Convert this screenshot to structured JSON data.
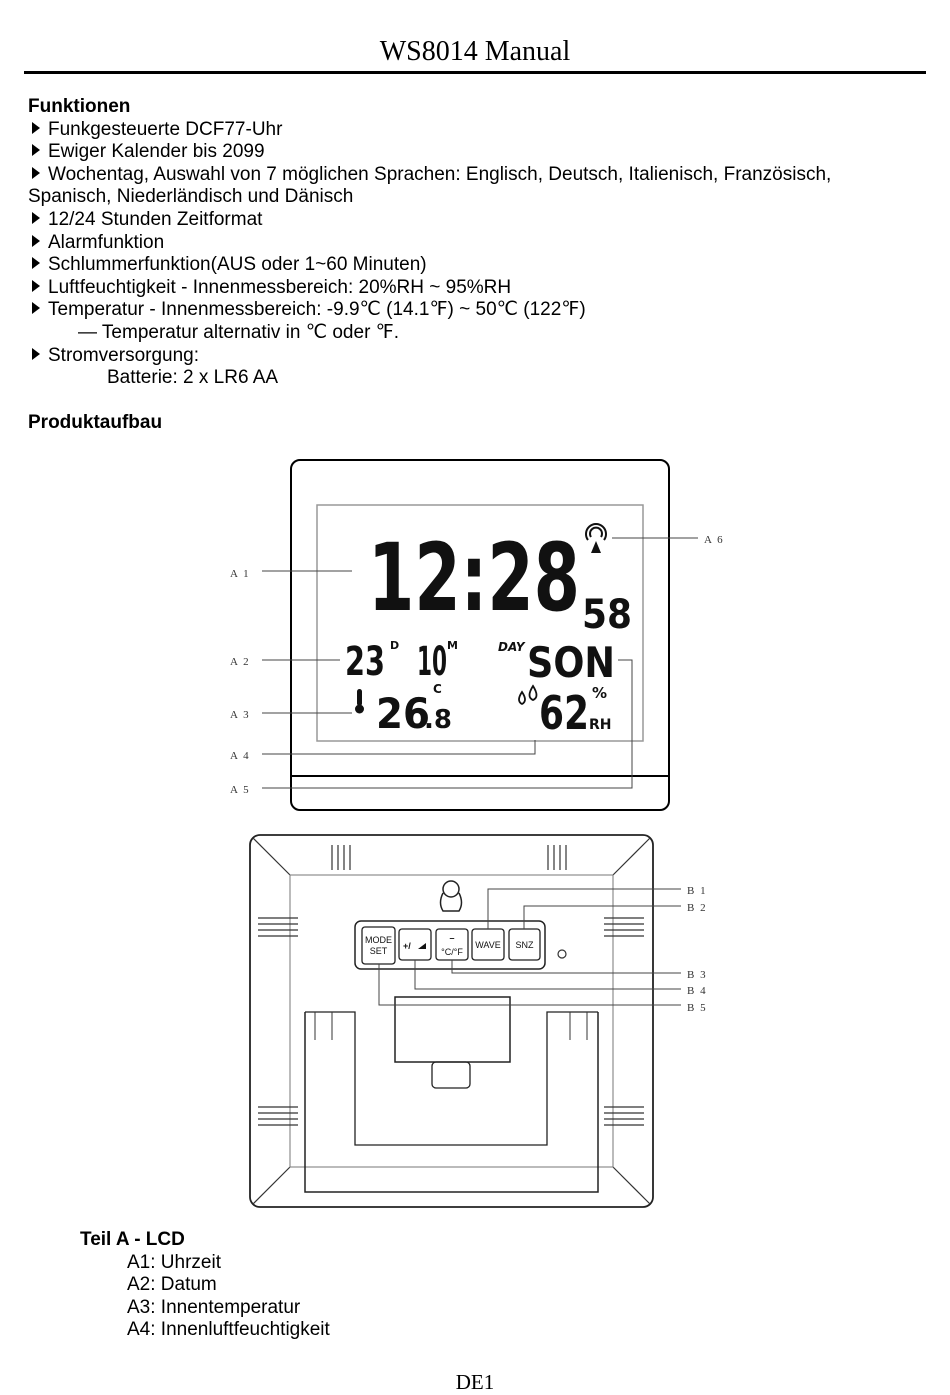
{
  "header": {
    "title": "WS8014 Manual"
  },
  "functions": {
    "heading": "Funktionen",
    "items": [
      "Funkgesteuerte DCF77-Uhr",
      "Ewiger Kalender bis 2099",
      "Wochentag, Auswahl von 7 möglichen Sprachen: Englisch, Deutsch, Italienisch, Französisch,",
      "12/24 Stunden Zeitformat",
      "Alarmfunktion",
      "Schlummerfunktion(AUS oder 1~60 Minuten)",
      "Luftfeuchtigkeit - Innenmessbereich: 20%RH ~ 95%RH",
      "Temperatur - Innenmessbereich: -9.9℃ (14.1℉) ~ 50℃ (122℉)",
      "Stromversorgung:"
    ],
    "languages_continued": "Spanisch, Niederländisch und Dänisch",
    "temp_note": "— Temperatur alternativ in ℃ oder ℉.",
    "battery": "Batterie: 2 x LR6 AA"
  },
  "product": {
    "heading": "Produktaufbau"
  },
  "display": {
    "time": "12:28",
    "seconds": "58",
    "day": "23",
    "day_unit": "D",
    "month": "10",
    "month_unit": "M",
    "weekday_label": "DAY",
    "weekday": "SON",
    "temperature_int": "26",
    "temperature_dec": ".8",
    "temperature_unit": "C",
    "humidity": "62",
    "humidity_unit": "%",
    "humidity_rh": "RH"
  },
  "callouts_a": [
    "A 1",
    "A 2",
    "A 3",
    "A 4",
    "A 5",
    "A 6"
  ],
  "callouts_b": [
    "B 1",
    "B 2",
    "B 3",
    "B 4",
    "B 5"
  ],
  "buttons": {
    "mode_line1": "MODE",
    "mode_line2": "SET",
    "plus": "+/",
    "minus": "–",
    "unit": "°C/°F",
    "wave": "WAVE",
    "snz": "SNZ"
  },
  "parts": {
    "heading": "Teil A - LCD",
    "items": [
      "A1: Uhrzeit",
      "A2: Datum",
      "A3: Innentemperatur",
      "A4: Innenluftfeuchtigkeit"
    ]
  },
  "footer": {
    "page": "DE1"
  },
  "icons": [
    "triangle-bullet-icon",
    "radio-signal-icon",
    "thermometer-icon",
    "humidity-drops-icon",
    "alarm-bell-icon",
    "hanging-hole-icon"
  ]
}
